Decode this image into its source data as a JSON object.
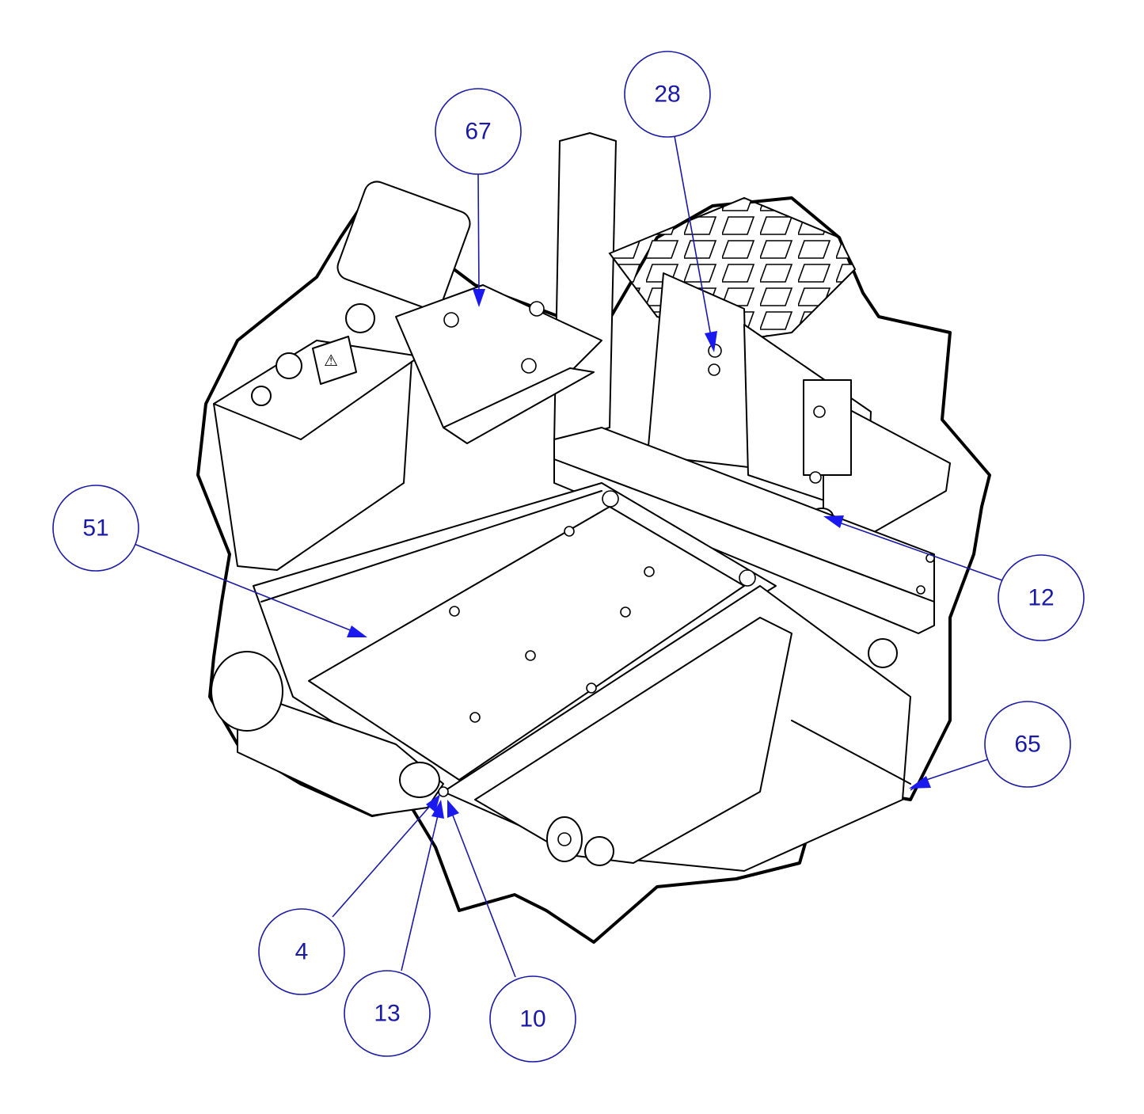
{
  "colors": {
    "callout": "#1a1aa6",
    "arrow": "#1a1af0",
    "drawing": "#000000",
    "background": "#ffffff"
  },
  "callouts": [
    {
      "id": "c67",
      "label": "67"
    },
    {
      "id": "c28",
      "label": "28"
    },
    {
      "id": "c51",
      "label": "51"
    },
    {
      "id": "c12",
      "label": "12"
    },
    {
      "id": "c65",
      "label": "65"
    },
    {
      "id": "c4",
      "label": "4"
    },
    {
      "id": "c13",
      "label": "13"
    },
    {
      "id": "c10",
      "label": "10"
    }
  ]
}
